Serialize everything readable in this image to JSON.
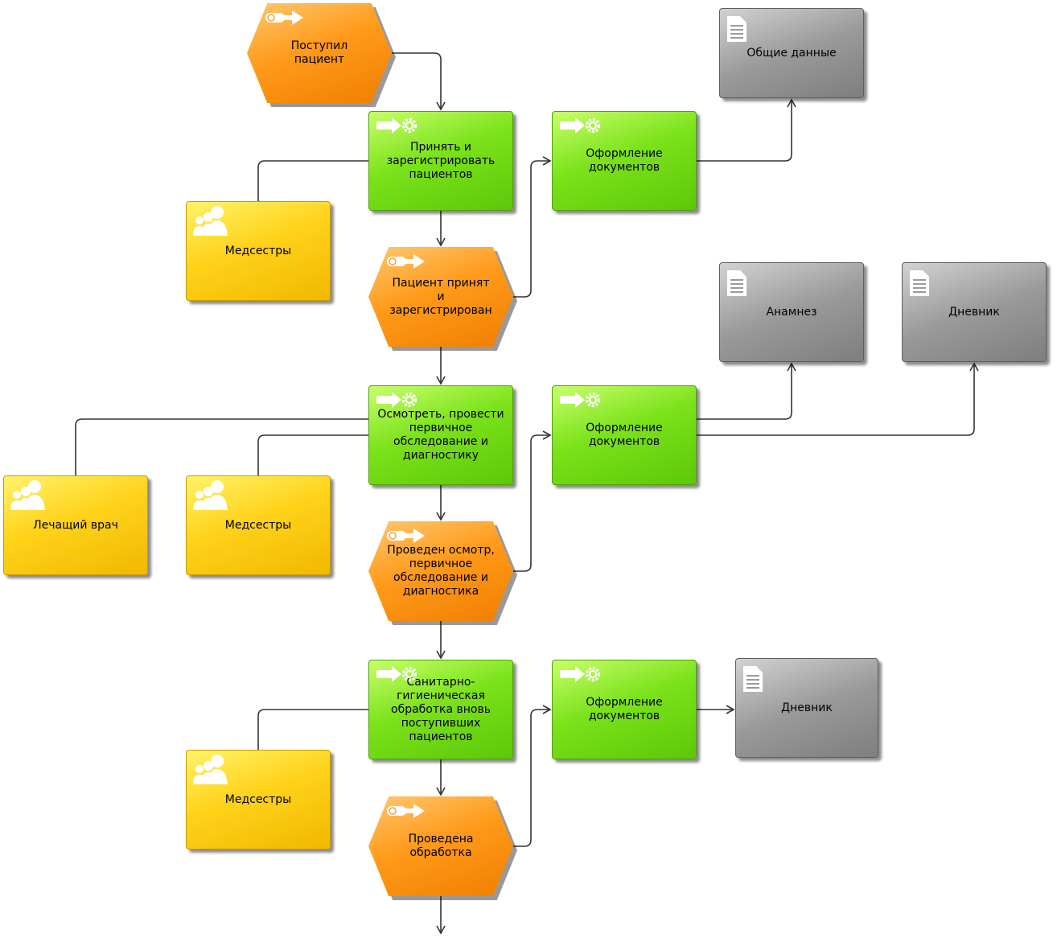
{
  "colors": {
    "event": "#ff9a1a",
    "function": "#7be21a",
    "role": "#ffd21a",
    "document": "#9a9a9a",
    "connector": "#333333"
  },
  "events": {
    "e1": "Поступил\nпациент",
    "e2": "Пациент принят\nи\nзарегистрирован",
    "e3": "Проведен осмотр,\nпервичное\nобследование и\nдиагностика",
    "e4": "Проведена\nобработка"
  },
  "functions": {
    "f1": "Принять и\nзарегистрировать\nпациентов",
    "f2": "Оформление\nдокументов",
    "f3": "Осмотреть, провести\nпервичное\nобследование и\nдиагностику",
    "f4": "Оформление\nдокументов",
    "f5": "Санитарно-\nгигиеническая\nобработка вновь\nпоступивших\nпациентов",
    "f6": "Оформление\nдокументов"
  },
  "roles": {
    "r1": "Медсестры",
    "r2": "Лечащий врач",
    "r3": "Медсестры",
    "r4": "Медсестры"
  },
  "documents": {
    "d1": "Общие данные",
    "d2": "Анамнез",
    "d3": "Дневник",
    "d4": "Дневник"
  },
  "icons": {
    "event": "event-arrow-icon",
    "function": "function-gear-arrow-icon",
    "role": "people-group-icon",
    "document": "document-icon"
  }
}
